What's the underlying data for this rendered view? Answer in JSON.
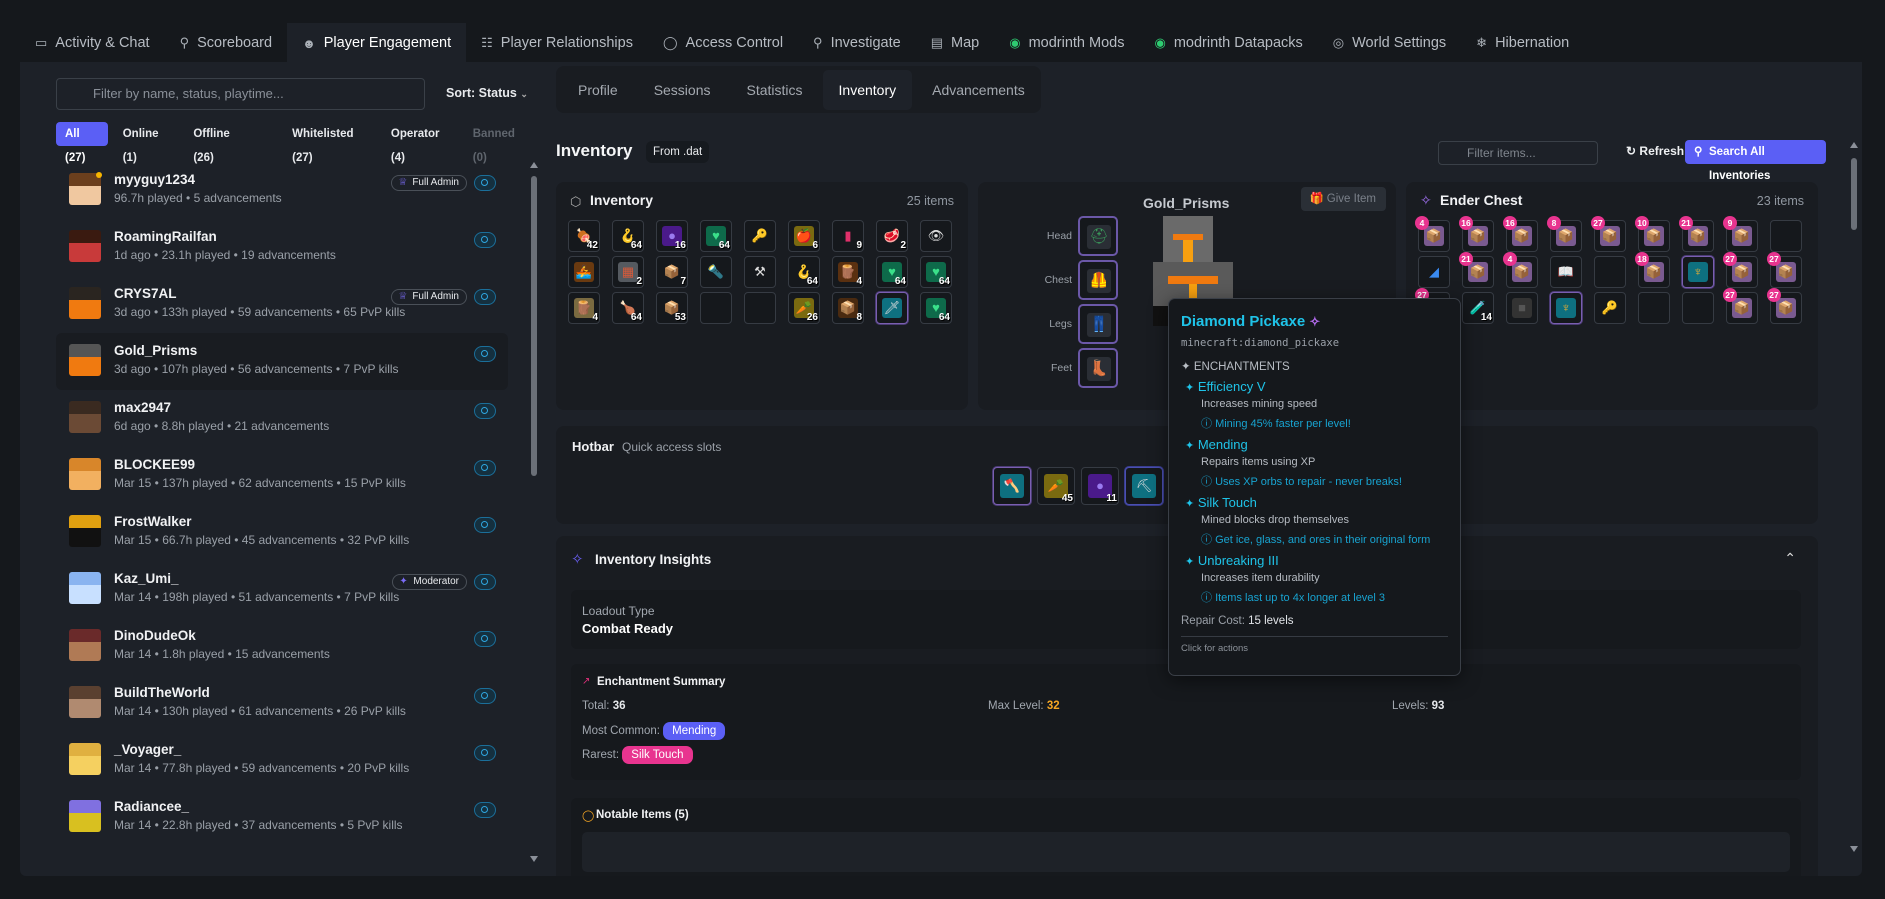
{
  "topnav": {
    "tabs": [
      {
        "label": "Activity & Chat",
        "icon": "chat-icon"
      },
      {
        "label": "Scoreboard",
        "icon": "trophy-icon"
      },
      {
        "label": "Player Engagement",
        "icon": "users-icon",
        "active": true
      },
      {
        "label": "Player Relationships",
        "icon": "network-icon"
      },
      {
        "label": "Access Control",
        "icon": "shield-icon"
      },
      {
        "label": "Investigate",
        "icon": "search-icon"
      },
      {
        "label": "Map",
        "icon": "map-icon"
      },
      {
        "label": "modrinth Mods",
        "icon": "modrinth-icon"
      },
      {
        "label": "modrinth Datapacks",
        "icon": "modrinth-icon"
      },
      {
        "label": "World Settings",
        "icon": "globe-icon"
      },
      {
        "label": "Hibernation",
        "icon": "snowflake-icon"
      }
    ]
  },
  "sidebar": {
    "filter_placeholder": "Filter by name, status, playtime...",
    "sort_label": "Sort: Status",
    "chips": [
      {
        "label": "All (27)",
        "active": true
      },
      {
        "label": "Online (1)"
      },
      {
        "label": "Offline (26)"
      },
      {
        "label": "Whitelisted (27)"
      },
      {
        "label": "Operator (4)"
      },
      {
        "label": "Banned (0)",
        "dim": true
      }
    ],
    "players": [
      {
        "name": "myyguy1234",
        "meta": "96.7h played • 5 advancements",
        "badge": "Full Admin",
        "badge_icon": "crown-icon",
        "online": true,
        "colors": [
          "#6b3f1d",
          "#f0c8a0"
        ]
      },
      {
        "name": "RoamingRailfan",
        "meta": "1d ago • 23.1h played • 19 advancements",
        "colors": [
          "#3a1a10",
          "#c83a3a"
        ]
      },
      {
        "name": "CRYS7AL",
        "meta": "3d ago • 133h played • 59 advancements • 65 PvP kills",
        "badge": "Full Admin",
        "badge_icon": "crown-icon",
        "colors": [
          "#2a2520",
          "#f07a10"
        ]
      },
      {
        "name": "Gold_Prisms",
        "meta": "3d ago • 107h played • 56 advancements • 7 PvP kills",
        "selected": true,
        "colors": [
          "#555",
          "#f07a10"
        ]
      },
      {
        "name": "max2947",
        "meta": "6d ago • 8.8h played • 21 advancements",
        "colors": [
          "#3a2a20",
          "#6b4a35"
        ]
      },
      {
        "name": "BLOCKEE99",
        "meta": "Mar 15 • 137h played • 62 advancements • 15 PvP kills",
        "colors": [
          "#d8862a",
          "#f2b060"
        ]
      },
      {
        "name": "FrostWalker",
        "meta": "Mar 15 • 66.7h played • 45 advancements • 32 PvP kills",
        "colors": [
          "#e0a010",
          "#111"
        ]
      },
      {
        "name": "Kaz_Umi_",
        "meta": "Mar 14 • 198h played • 51 advancements • 7 PvP kills",
        "badge": "Moderator",
        "badge_icon": "wand-icon",
        "colors": [
          "#8ab4f0",
          "#c8e0ff"
        ]
      },
      {
        "name": "DinoDudeOk",
        "meta": "Mar 14 • 1.8h played • 15 advancements",
        "colors": [
          "#6a2a2a",
          "#b07a55"
        ]
      },
      {
        "name": "BuildTheWorld",
        "meta": "Mar 14 • 130h played • 61 advancements • 26 PvP kills",
        "colors": [
          "#5a4030",
          "#b08a70"
        ]
      },
      {
        "name": "_Voyager_",
        "meta": "Mar 14 • 77.8h played • 59 advancements • 20 PvP kills",
        "colors": [
          "#e0b040",
          "#f5d060"
        ]
      },
      {
        "name": "Radiancee_",
        "meta": "Mar 14 • 22.8h played • 37 advancements • 5 PvP kills",
        "colors": [
          "#8070e0",
          "#d8c020"
        ]
      }
    ]
  },
  "detail": {
    "subtabs": [
      {
        "label": "Profile"
      },
      {
        "label": "Sessions"
      },
      {
        "label": "Statistics"
      },
      {
        "label": "Inventory",
        "active": true
      },
      {
        "label": "Advancements"
      }
    ],
    "title": "Inventory",
    "source_badge": "From .dat",
    "filter_placeholder": "Filter items...",
    "refresh_label": "Refresh",
    "search_all_label": "Search All Inventories",
    "inventory": {
      "title": "Inventory",
      "count": "25 items",
      "slots": [
        {
          "g": "🍖",
          "n": "42",
          "bg": ""
        },
        {
          "g": "🪝",
          "n": "64",
          "bg": ""
        },
        {
          "g": "●",
          "n": "16",
          "bg": "#4a1a8a",
          "c": "#9a7af0"
        },
        {
          "g": "♥",
          "n": "64",
          "bg": "#0e6a4a",
          "c": "#3ae08a"
        },
        {
          "g": "🔑",
          "n": "",
          "bg": ""
        },
        {
          "g": "🍎",
          "n": "6",
          "bg": "#7a6a10"
        },
        {
          "g": "▮",
          "n": "9",
          "bg": "",
          "c": "#e0306a"
        },
        {
          "g": "🥩",
          "n": "2",
          "bg": ""
        },
        {
          "g": "👁",
          "n": "",
          "bg": ""
        },
        {
          "g": "🚣",
          "n": "",
          "bg": "#6a3a10"
        },
        {
          "g": "▦",
          "n": "2",
          "bg": "#555a60",
          "c": "#d85a3a"
        },
        {
          "g": "📦",
          "n": "7",
          "bg": ""
        },
        {
          "g": "🔦",
          "n": "",
          "bg": ""
        },
        {
          "g": "⚒",
          "n": "",
          "bg": ""
        },
        {
          "g": "🪝",
          "n": "64",
          "bg": ""
        },
        {
          "g": "🪵",
          "n": "4",
          "bg": "#5a3010"
        },
        {
          "g": "♥",
          "n": "64",
          "bg": "#0e6a4a",
          "c": "#3ae08a"
        },
        {
          "g": "♥",
          "n": "64",
          "bg": "#0e6a4a",
          "c": "#3ae08a"
        },
        {
          "g": "🪵",
          "n": "4",
          "bg": "#7a6a40"
        },
        {
          "g": "🍗",
          "n": "64",
          "bg": ""
        },
        {
          "g": "📦",
          "n": "53",
          "bg": ""
        },
        {
          "g": "",
          "n": "",
          "bg": ""
        },
        {
          "g": "",
          "n": "",
          "bg": ""
        },
        {
          "g": "🥕",
          "n": "26",
          "bg": "#7a6a10"
        },
        {
          "g": "📦",
          "n": "8",
          "bg": "#4a2a10"
        },
        {
          "g": "🗡",
          "n": "",
          "bg": "#0e7080",
          "hl": true
        },
        {
          "g": "♥",
          "n": "64",
          "bg": "#0e6a4a",
          "c": "#3ae08a"
        }
      ]
    },
    "equipment": {
      "player_name": "Gold_Prisms",
      "give_item_label": "Give Item",
      "slots": [
        {
          "label": "Head",
          "g": "⛑",
          "c": "#3a9a5a"
        },
        {
          "label": "Chest",
          "g": "🦺",
          "c": "#f05a3a"
        },
        {
          "label": "Legs",
          "g": "👖",
          "c": "#3a7ae0"
        },
        {
          "label": "Feet",
          "g": "👢",
          "c": "#f0406a"
        }
      ]
    },
    "ender_chest": {
      "title": "Ender Chest",
      "count": "23 items",
      "slots": [
        {
          "b": "4",
          "box": true
        },
        {
          "b": "16",
          "box": true
        },
        {
          "b": "16",
          "box": true
        },
        {
          "b": "8",
          "box": true
        },
        {
          "b": "27",
          "box": true
        },
        {
          "b": "10",
          "box": true
        },
        {
          "b": "21",
          "box": true
        },
        {
          "b": "9",
          "box": true
        },
        {
          "empty": true
        },
        {
          "g": "◢",
          "c": "#3a8af0"
        },
        {
          "b": "21",
          "box": true
        },
        {
          "b": "4",
          "box": true
        },
        {
          "g": "📖"
        },
        {
          "empty": true
        },
        {
          "b": "18",
          "box": true
        },
        {
          "g": "♆",
          "bg": "#0e7080",
          "c": "#f0b030",
          "hl": true
        },
        {
          "b": "27",
          "box": true
        },
        {
          "b": "27",
          "box": true
        },
        {
          "b": "27",
          "box": true
        },
        {
          "g": "🧪",
          "n": "14"
        },
        {
          "g": "■",
          "bg": "#333",
          "c": "#555"
        },
        {
          "g": "♆",
          "bg": "#0e7080",
          "c": "#f0b030",
          "hl": true
        },
        {
          "g": "🔑"
        },
        {
          "empty": true
        },
        {
          "empty": true
        },
        {
          "b": "27",
          "box": true
        },
        {
          "b": "27",
          "box": true
        }
      ]
    },
    "hotbar": {
      "title": "Hotbar",
      "subtitle": "Quick access slots",
      "slots": [
        {
          "g": "🪓",
          "bg": "#0e7080",
          "hl": true
        },
        {
          "g": "🥕",
          "n": "45",
          "bg": "#7a6a10"
        },
        {
          "g": "●",
          "n": "11",
          "bg": "#4a1a8a",
          "c": "#9a7af0"
        },
        {
          "g": "⛏",
          "bg": "#0e7080",
          "hl2": true
        }
      ]
    },
    "insights": {
      "title": "Inventory Insights",
      "loadout_label": "Loadout Type",
      "loadout_value": "Combat Ready",
      "ench_summary": {
        "title": "Enchantment Summary",
        "total_label": "Total:",
        "total": "36",
        "max_label": "Max Level:",
        "max": "32",
        "levels_label": "Levels:",
        "levels": "93",
        "common_label": "Most Common:",
        "common": "Mending",
        "rarest_label": "Rarest:",
        "rarest": "Silk Touch"
      },
      "notable_title": "Notable Items (5)"
    }
  },
  "tooltip": {
    "name": "Diamond Pickaxe",
    "id": "minecraft:diamond_pickaxe",
    "enchantments_header": "ENCHANTMENTS",
    "enchantments": [
      {
        "name": "Efficiency V",
        "desc": "Increases mining speed",
        "tip": "Mining 45% faster per level!"
      },
      {
        "name": "Mending",
        "desc": "Repairs items using XP",
        "tip": "Uses XP orbs to repair - never breaks!"
      },
      {
        "name": "Silk Touch",
        "desc": "Mined blocks drop themselves",
        "tip": "Get ice, glass, and ores in their original form"
      },
      {
        "name": "Unbreaking III",
        "desc": "Increases item durability",
        "tip": "Items last up to 4x longer at level 3"
      }
    ],
    "repair_label": "Repair Cost:",
    "repair_value": "15 levels",
    "footer": "Click for actions"
  },
  "colors": {
    "accent": "#5b5ff5",
    "cyan": "#1fc3e8",
    "pink": "#e8348f",
    "gold": "#f5a623"
  }
}
